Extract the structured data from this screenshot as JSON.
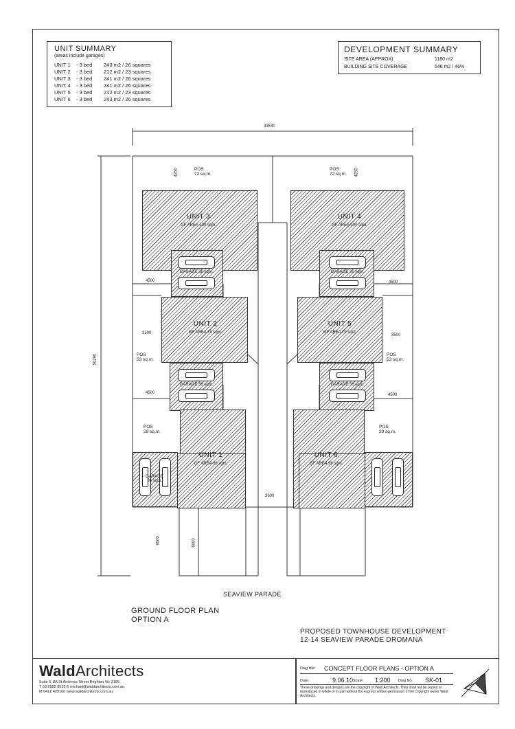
{
  "unit_summary": {
    "title": "UNIT SUMMARY",
    "subtitle": "(areas include garages)",
    "rows": [
      {
        "unit": "UNIT 1",
        "beds": "- 3 bed",
        "area": "243 m2 / 26 squares"
      },
      {
        "unit": "UNIT 2",
        "beds": "- 3 bed",
        "area": "212 m2 / 23 squares"
      },
      {
        "unit": "UNIT 3",
        "beds": "- 3 bed",
        "area": "241 m2 / 26 squares"
      },
      {
        "unit": "UNIT 4",
        "beds": "- 3 bed",
        "area": "241 m2 / 26 squares"
      },
      {
        "unit": "UNIT 5",
        "beds": "- 3 bed",
        "area": "212 m2 / 23 squares"
      },
      {
        "unit": "UNIT 6",
        "beds": "- 3 bed",
        "area": "243 m2 / 26 squares"
      }
    ]
  },
  "development_summary": {
    "title": "DEVELOPMENT SUMMARY",
    "rows": [
      {
        "label": "SITE AREA (APPROX)",
        "value": "1180 m2"
      },
      {
        "label": "BUILDING SITE COVERAGE",
        "value": "546 m2  /  46%"
      }
    ]
  },
  "plan": {
    "overall_width": "33530",
    "overall_depth": "50290",
    "units": {
      "u3": {
        "name": "UNIT 3",
        "area": "GF AREA 100 sqm."
      },
      "u4": {
        "name": "UNIT 4",
        "area": "GF AREA 100 sqm."
      },
      "u2": {
        "name": "UNIT 2",
        "area": "GF AREA 79 sqm."
      },
      "u5": {
        "name": "UNIT 5",
        "area": "GF AREA 79 sqm."
      },
      "u1": {
        "name": "UNIT 1",
        "area": "GF AREA 96 sqm."
      },
      "u6": {
        "name": "UNIT 6",
        "area": "GF AREA 96 sqm."
      }
    },
    "pos": {
      "pos_tl": {
        "title": "POS",
        "area": "72 sq.m."
      },
      "pos_tr": {
        "title": "POS",
        "area": "72 sq.m."
      },
      "pos_ml": {
        "title": "POS",
        "area": "53 sq.m."
      },
      "pos_mr": {
        "title": "POS",
        "area": "53 sq.m."
      },
      "pos_bl": {
        "title": "POS",
        "area": "29 sq.m."
      },
      "pos_br": {
        "title": "POS",
        "area": "29 sq.m."
      }
    },
    "garages": {
      "g3": "GARAGE 36 sqm.",
      "g4": "GARAGE 36 sqm.",
      "g2": "GARAGE 36 sqm.",
      "g5": "GARAGE 36 sqm.",
      "g1_a": "GARAGE",
      "g1_b": "36 sqm.",
      "g6": "GARAGE 36 sqm."
    },
    "dims": {
      "d4250_l": "4250",
      "d4250_r": "4250",
      "d4500_1": "4500",
      "d4500_2": "4500",
      "d4500_3": "4500",
      "d4500_4": "4500",
      "d3500_l": "3500",
      "d3500_r": "3500",
      "d3600": "3600",
      "d8500": "8500",
      "d6000": "6000"
    },
    "street": "SEAVIEW PARADE"
  },
  "drawing_title": {
    "line1": "GROUND FLOOR PLAN",
    "line2": "OPTION A"
  },
  "project": {
    "line1": "PROPOSED TOWNHOUSE DEVELOPMENT",
    "line2": "12-14 SEAVIEW PARADE DROMANA"
  },
  "firm": {
    "name_bold": "Wald",
    "name_light": "Architects",
    "address": "Suite 6, 8A St Andrews Street Brighton Vic 3186",
    "contact1": "T 03 9592 8533  E michael@waldarchitects.com.au",
    "contact2": "M 0412 429100  www.waldarchitects.com.au"
  },
  "title_block": {
    "dwg_title_label": "Dwg title:",
    "dwg_title": "CONCEPT FLOOR PLANS - OPTION A",
    "date_label": "Date:",
    "date": "9.06.10",
    "scale_label": "Scale:",
    "scale": "1:200",
    "dwg_no_label": "Dwg No.",
    "dwg_no": "SK-01",
    "copyright": "These drawings and designs are the copyright of Wald Architects. They shall not be copied or reproduced in whole or in part without the express written permission of the copyright owner Wald Architects."
  }
}
